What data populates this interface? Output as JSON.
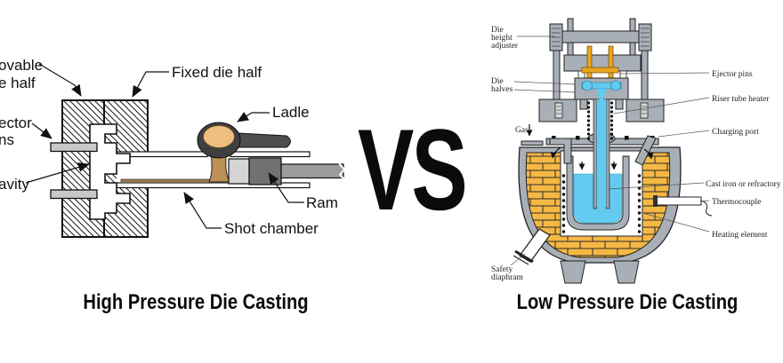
{
  "title": "High Pressure vs Low Pressure Die Casting comparison diagram",
  "vs": {
    "label": "VS"
  },
  "hpdc": {
    "caption": "High Pressure Die Casting",
    "labels": {
      "movable_die_half": [
        "ovable",
        "e half"
      ],
      "fixed_die_half": "Fixed die half",
      "ejector_pins": [
        "ector",
        "ns"
      ],
      "cavity": "avity",
      "ladle": "Ladle",
      "ram": "Ram",
      "shot_chamber": "Shot chamber"
    },
    "colors": {
      "outline": "#111111",
      "ejector_pin_gray": "#c9c9c9",
      "molten_metal": "#eebd80",
      "pour_stream": "#bd9055",
      "ladle_body": "#3f3f3f",
      "ladle_handle": "#4e4e4e",
      "plunger_tip": "#d5d5d5",
      "ram_block": "#717171",
      "plunger_rod": "#9c9c9c",
      "metal_film": "#9a7a50"
    }
  },
  "lpdc": {
    "caption": "Low Pressure Die Casting",
    "labels": {
      "die_height_adjuster": [
        "Die",
        "height",
        "adjuster"
      ],
      "die_halves": [
        "Die",
        "halves"
      ],
      "gas": "Gas",
      "safety_diaphram": [
        "Safety",
        "diaphram"
      ],
      "ejector_pins": "Ejector pins",
      "riser_tube_heater": "Riser tube heater",
      "charging_port": "Charging port",
      "cast_iron_or_refractory": "Cast iron or refractory",
      "thermocouple": "Thermocouple",
      "heating_element": "Heating element"
    },
    "colors": {
      "steel_gray": "#a9afb7",
      "brick_yellow": "#f6b844",
      "melt_blue": "#64cbf0",
      "ejector_pin_orange": "#e8a51f"
    }
  }
}
